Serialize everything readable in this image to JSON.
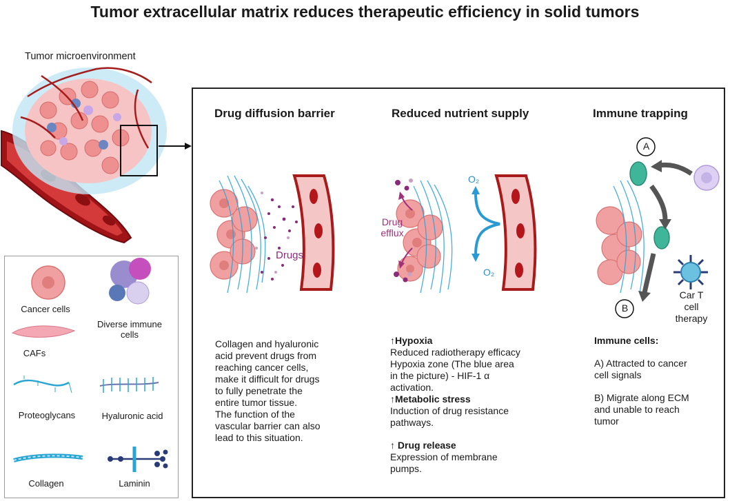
{
  "title": "Tumor extracellular matrix reduces therapeutic efficiency in solid tumors",
  "tme_label": "Tumor microenvironment",
  "legend": {
    "cancer_cells": "Cancer cells",
    "immune_cells": "Diverse immune cells",
    "cafs": "CAFs",
    "proteoglycans": "Proteoglycans",
    "hyaluronic_acid": "Hyaluronic acid",
    "collagen": "Collagen",
    "laminin": "Laminin"
  },
  "columns": {
    "diffusion": {
      "heading": "Drug diffusion barrier",
      "drugs_label": "Drugs",
      "body": [
        "Collagen and hyaluronic",
        "acid prevent drugs from",
        "reaching cancer cells,",
        "make it difficult for drugs",
        "to fully penetrate the",
        "entire tumor tissue.",
        "The function of the",
        "vascular barrier can also",
        "lead to this situation."
      ]
    },
    "nutrient": {
      "heading": "Reduced nutrient supply",
      "efflux_label_1": "Drug",
      "efflux_label_2": "efflux",
      "o2_top": "O₂",
      "o2_bottom": "O₂",
      "hypoxia_head": "↑Hypoxia",
      "hypoxia_lines": [
        "Reduced radiotherapy efficacy",
        "Hypoxia zone  (The blue area",
        "in the picture)   - HIF-1 α",
        "activation."
      ],
      "metabolic_head": "↑Metabolic stress",
      "metabolic_lines": [
        "Induction of drug resistance",
        "pathways."
      ],
      "release_head": "↑ Drug release",
      "release_lines": [
        "Expression of membrane",
        "pumps."
      ]
    },
    "immune": {
      "heading": "Immune trapping",
      "marker_a": "A",
      "marker_b": "B",
      "cart_lines": [
        "Car T",
        "cell",
        "therapy"
      ],
      "cells_head": "Immune cells:",
      "a_lines": [
        "A) Attracted to cancer",
        "cell signals"
      ],
      "b_lines": [
        "B) Migrate along ECM",
        "and unable to reach",
        "tumor"
      ]
    }
  },
  "colors": {
    "cancer": "#f0a0a0",
    "vessel": "#b3161b",
    "ecm": "#2a9fd6",
    "drug": "#8a2a7a",
    "immune_green": "#3fb59a",
    "immune_purple": "#c9b8e8"
  }
}
